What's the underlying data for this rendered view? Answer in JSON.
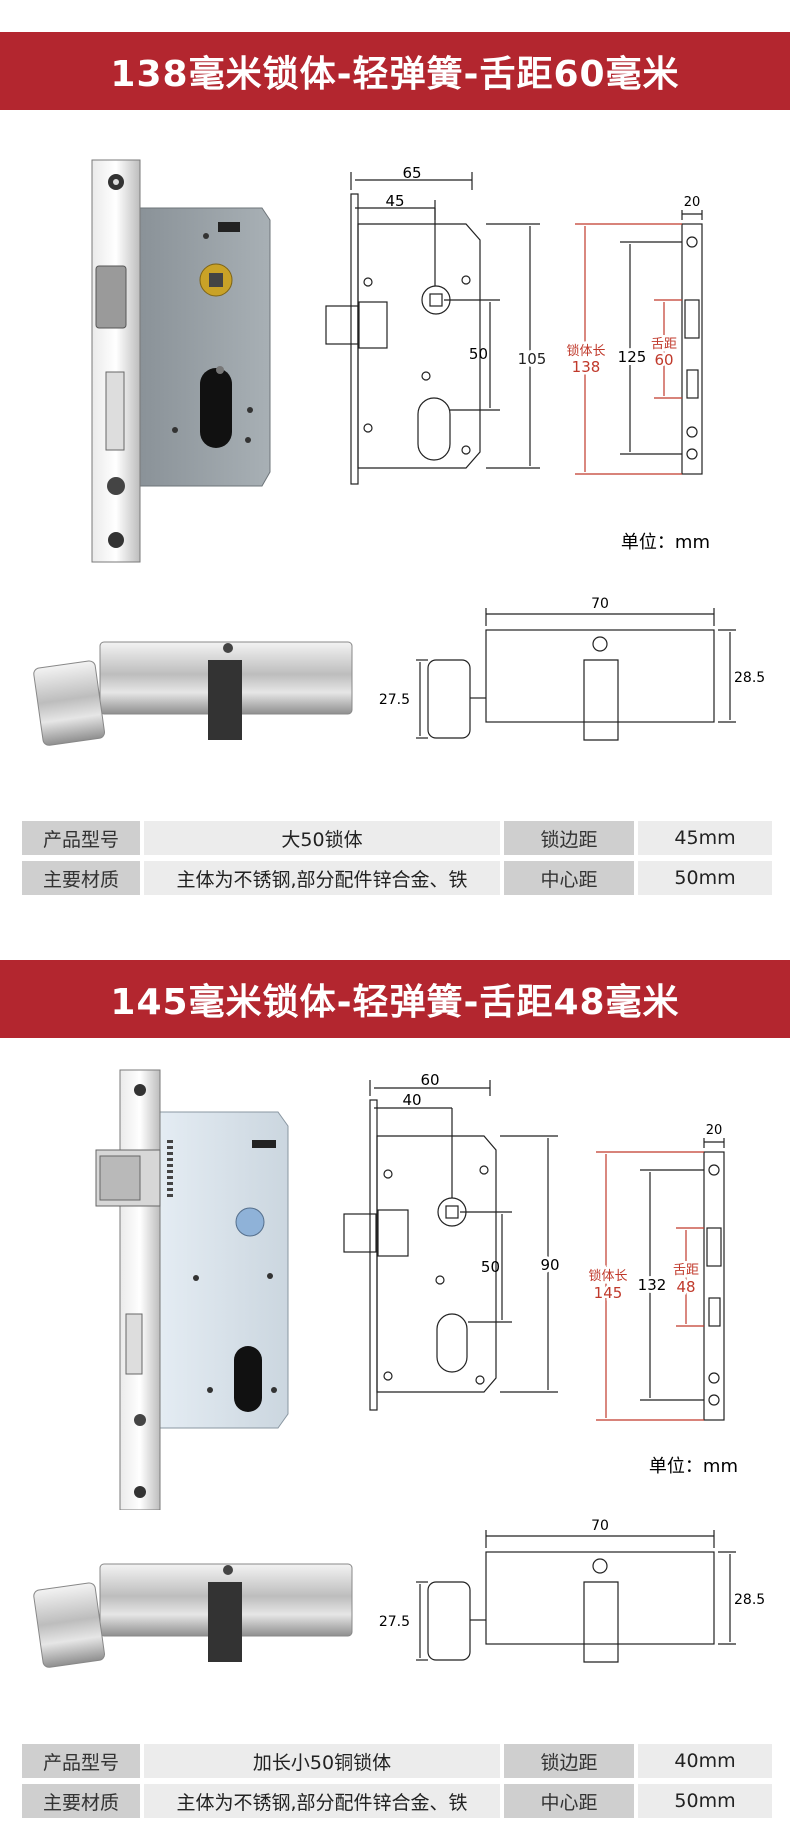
{
  "sections": [
    {
      "title": "138毫米锁体-轻弹簧-舌距60毫米",
      "lock_dims": {
        "width_total": "65",
        "backset": "45",
        "center_distance": "50",
        "body_height": "105"
      },
      "faceplate_dims": {
        "width": "20",
        "length_label": "锁体长",
        "length": "138",
        "screw_span": "125",
        "tongue_label": "舌距",
        "tongue": "60"
      },
      "unit_text": "单位：mm",
      "cylinder_dims": {
        "length": "70",
        "height_left": "27.5",
        "height_right": "28.5"
      },
      "spec": [
        {
          "label": "产品型号",
          "value": "大50锁体",
          "label2": "锁边距",
          "value2": "45mm"
        },
        {
          "label": "主要材质",
          "value": "主体为不锈钢,部分配件锌合金、铁",
          "label2": "中心距",
          "value2": "50mm"
        }
      ]
    },
    {
      "title": "145毫米锁体-轻弹簧-舌距48毫米",
      "lock_dims": {
        "width_total": "60",
        "backset": "40",
        "center_distance": "50",
        "body_height": "90"
      },
      "faceplate_dims": {
        "width": "20",
        "length_label": "锁体长",
        "length": "145",
        "screw_span": "132",
        "tongue_label": "舌距",
        "tongue": "48"
      },
      "unit_text": "单位：mm",
      "cylinder_dims": {
        "length": "70",
        "height_left": "27.5",
        "height_right": "28.5"
      },
      "spec": [
        {
          "label": "产品型号",
          "value": "加长小50铜锁体",
          "label2": "锁边距",
          "value2": "40mm"
        },
        {
          "label": "主要材质",
          "value": "主体为不锈钢,部分配件锌合金、铁",
          "label2": "中心距",
          "value2": "50mm"
        }
      ]
    }
  ],
  "colors": {
    "banner": "#b3262f",
    "dimension_red": "#c0392b",
    "label_bg": "#cfcfcf",
    "value_bg": "#ececec"
  }
}
